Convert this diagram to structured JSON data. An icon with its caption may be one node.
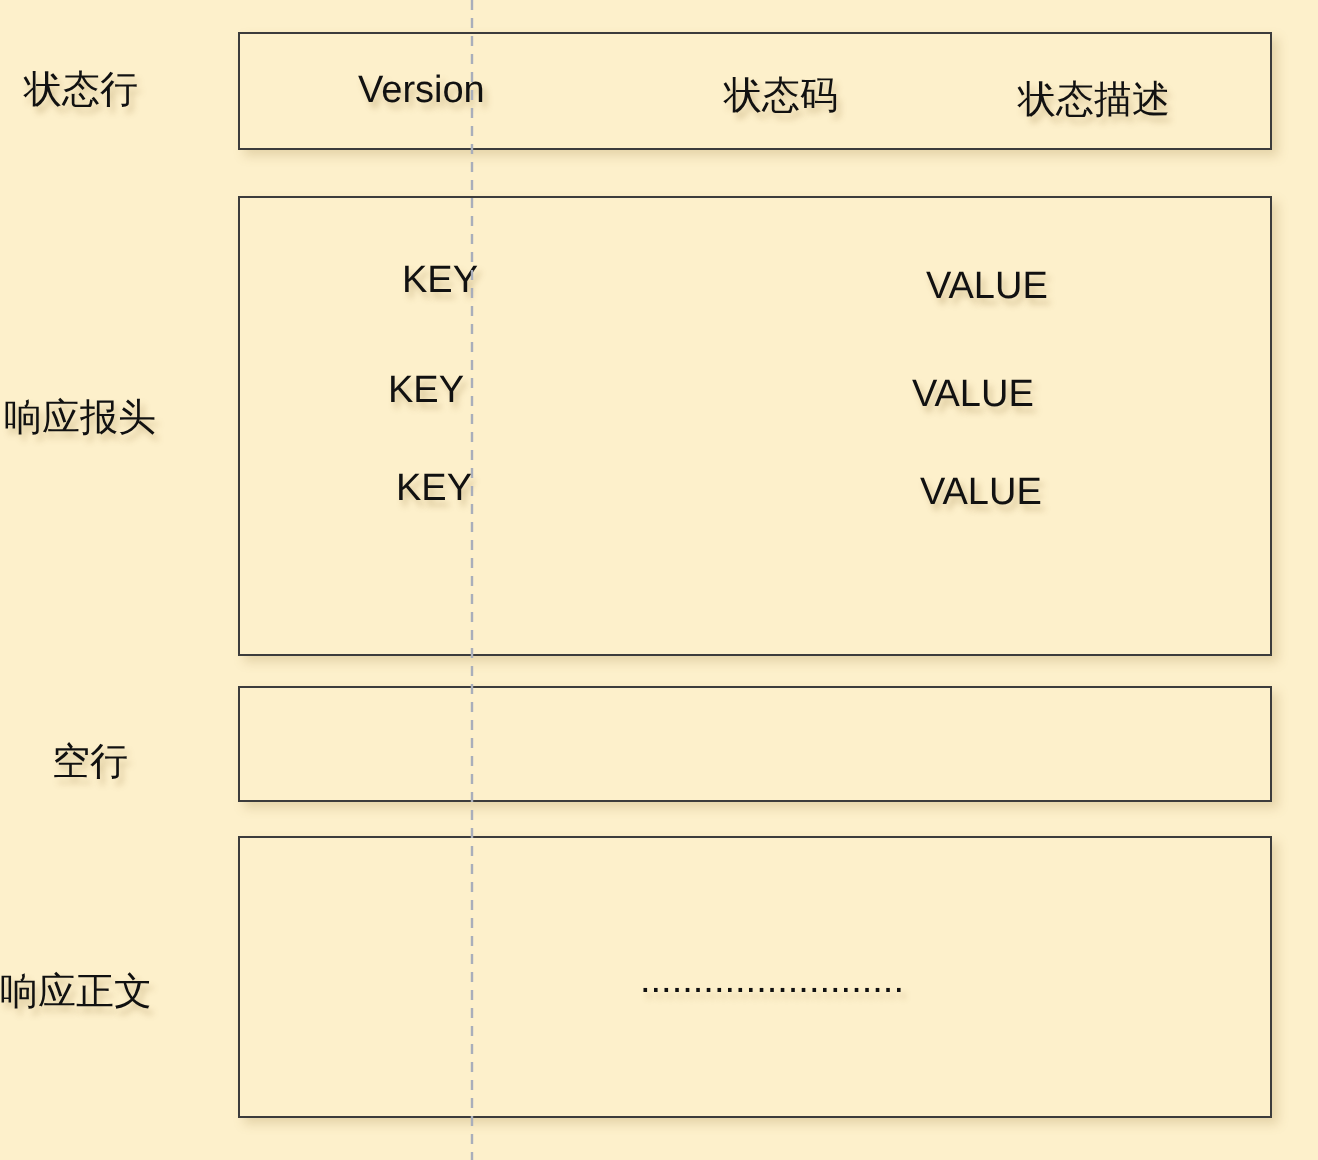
{
  "diagram": {
    "nodes": [
      {
        "text": [
          "Version",
          "状态码",
          "状态描述"
        ],
        "beside": [
          "状态行"
        ]
      },
      {
        "text": [
          "KEY",
          "VALUE",
          "KEY",
          "VALUE",
          "KEY",
          "VALUE"
        ],
        "beside": [
          "响应报头"
        ]
      },
      {
        "text": [],
        "shape": "box",
        "beside": [
          "空行"
        ]
      },
      {
        "text": [
          "........................."
        ],
        "beside": [
          "响应正文"
        ]
      }
    ]
  }
}
